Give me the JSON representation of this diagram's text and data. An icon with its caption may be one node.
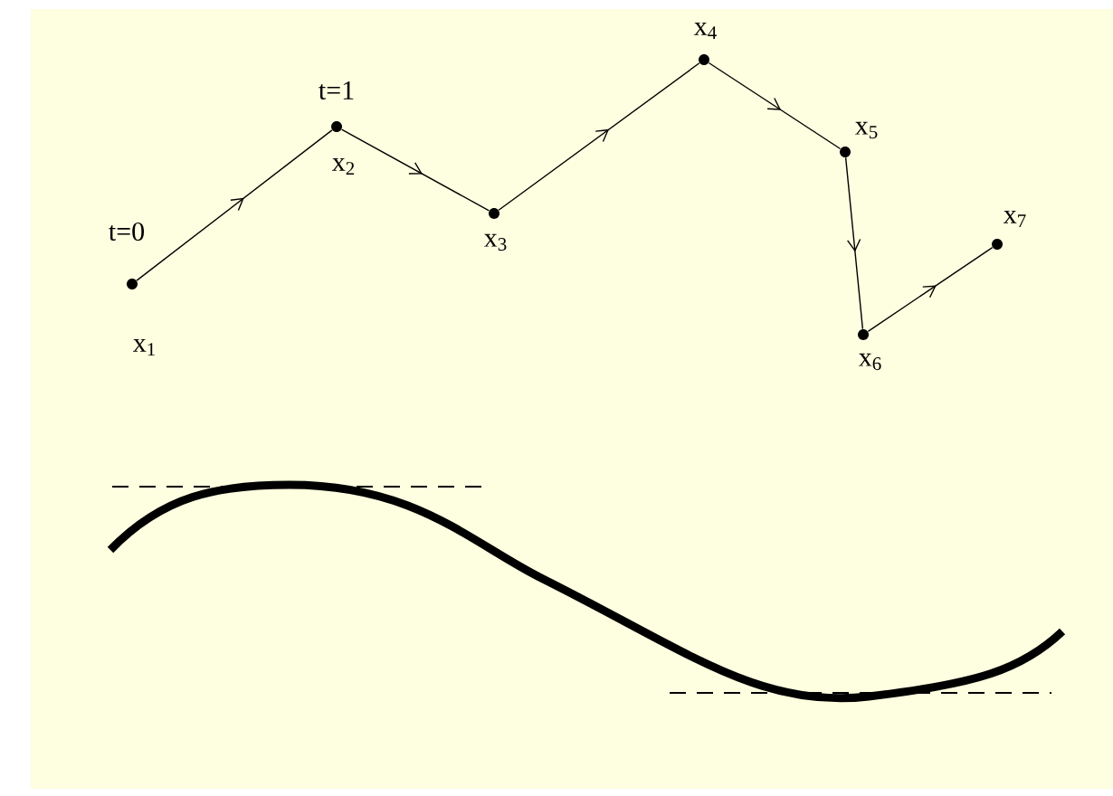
{
  "diagram": {
    "nodes": [
      {
        "text": [],
        "shape": "circle",
        "beside": [
          "t=0",
          "x$_{1}$"
        ]
      },
      {
        "text": [],
        "shape": "circle",
        "beside": [
          "t=1",
          "x$_{2}$"
        ]
      },
      {
        "text": [],
        "shape": "circle",
        "beside": [
          "x$_{3}$"
        ]
      },
      {
        "text": [],
        "shape": "circle",
        "beside": [
          "x$_{4}$"
        ]
      },
      {
        "text": [],
        "shape": "circle",
        "beside": [
          "x$_{5}$"
        ]
      },
      {
        "text": [],
        "shape": "circle",
        "beside": [
          "x$_{6}$"
        ]
      },
      {
        "text": [],
        "shape": "circle",
        "beside": [
          "x$_{7}$"
        ]
      }
    ],
    "edges": [
      {
        "from": 0,
        "to": 1,
        "arrow": "to"
      },
      {
        "from": 1,
        "to": 2,
        "arrow": "to"
      },
      {
        "from": 2,
        "to": 3,
        "arrow": "to"
      },
      {
        "from": 3,
        "to": 4,
        "arrow": "to"
      },
      {
        "from": 4,
        "to": 5,
        "arrow": "to"
      },
      {
        "from": 5,
        "to": 6,
        "arrow": "to"
      }
    ]
  }
}
